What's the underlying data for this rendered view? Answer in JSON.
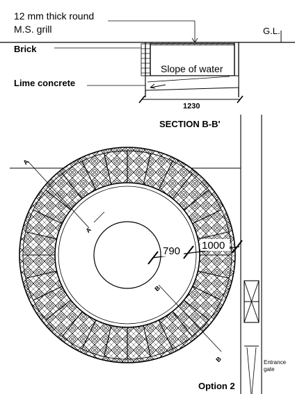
{
  "labels": {
    "grill_line1": "12 mm thick round",
    "grill_line2": "M.S. grill",
    "ground_level": "G.L.",
    "brick": "Brick",
    "slope": "Slope of water",
    "lime_concrete": "Lime concrete",
    "width_dim": "1230",
    "section_title": "SECTION B-B'",
    "inner_dim": "790",
    "outer_dim": "1000",
    "entrance_line1": "Entrance",
    "entrance_line2": "gate",
    "option": "Option 2",
    "marker_a": "A",
    "marker_b": "B"
  },
  "colors": {
    "ink": "#000000",
    "paper": "#ffffff"
  }
}
